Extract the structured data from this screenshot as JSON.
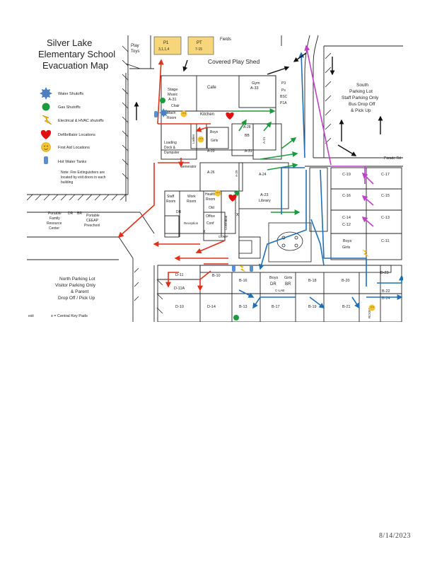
{
  "title_lines": [
    "Silver Lake",
    "Elementary School",
    "Evacuation Map"
  ],
  "legend": [
    {
      "icon": "water-shutoff-icon",
      "label": "Water Shutoffs",
      "color": "#4f7fbf"
    },
    {
      "icon": "gas-shutoff-icon",
      "label": "Gas Shutoffs",
      "color": "#1a9b3c"
    },
    {
      "icon": "electrical-icon",
      "label": "Electrical & HVAC shutoffs",
      "color": "#f2b600"
    },
    {
      "icon": "defibrillator-icon",
      "label": "Defibrillator Locations",
      "color": "#e01010"
    },
    {
      "icon": "first-aid-icon",
      "label": "First Aid Locations",
      "color": "#f4c430"
    },
    {
      "icon": "hot-water-tank-icon",
      "label": "Hot Water Tanks",
      "color": "#5b8fd0"
    }
  ],
  "legend_note": [
    "Note: Fire Extinguishers are",
    "located by exit doors in each",
    "building"
  ],
  "areas": {
    "play_toys": [
      "Play",
      "Toys"
    ],
    "p1": [
      "P1",
      "3,1,1,4"
    ],
    "pt": [
      "PT",
      "7-15"
    ],
    "fields": "Fields",
    "covered_play_shed": "Covered Play Shed",
    "stage_music": [
      "Stage",
      "Music",
      "A-31"
    ],
    "cafe": "Cafe",
    "gym": [
      "Gym",
      "A-33"
    ],
    "p3": "P3",
    "ps": "Ps",
    "bsc": "BSC",
    "p1a": "P1A",
    "chair": "Chair",
    "mach_rm": [
      "Mach",
      "Room"
    ],
    "kitchen": "Kitchen",
    "loading_dock": [
      "Loading",
      "Dock &",
      "Dumpster"
    ],
    "boys1": "Boys",
    "girls1": "Girls",
    "bb": "BB",
    "ladies": "Ladies",
    "a28": "A-28",
    "a31": "A-31",
    "a21": "A-21",
    "a20": "A-20",
    "generator": "Generator",
    "a26": "A-26",
    "a29": "A-29",
    "a24": "A-24",
    "a23_library": [
      "A-23",
      "Library"
    ],
    "staff_room": [
      "Staff",
      "Room"
    ],
    "work_room": [
      "Work",
      "Room"
    ],
    "health_room": [
      "Health",
      "Room"
    ],
    "old": "Old",
    "dr1": "DR",
    "office": "Office",
    "conf": "Conf",
    "reception": "Reception",
    "custodian": "Custodian",
    "comp": "COMP",
    "south_lot": [
      "South",
      "Parking Lot",
      "Staff Parking Only",
      "Bus Drop Off",
      "& Pick Up"
    ],
    "parade_rd": "Parade Rd",
    "c19": "C-19",
    "c17": "C-17",
    "c16": "C-16",
    "c15": "C-15",
    "c14": "C-14",
    "c13": "C-13",
    "c12": "C-12",
    "c11": "C-11",
    "boys_girls_c": [
      "Boys",
      "Girls"
    ],
    "portables": [
      "Portable",
      "Family",
      "Resource",
      "Center"
    ],
    "dr2": "DR",
    "br": "BR",
    "ceeap": [
      "Portable",
      "CEEAP",
      "Preschool"
    ],
    "north_lot": [
      "North Parking Lot",
      "Visitor Parking Only",
      "& Parent",
      "Drop Off / Pick Up"
    ],
    "d11": "D-11",
    "d11a": "D-11A",
    "d10": "D-10",
    "d14": "D-14",
    "b10": "B-10",
    "b16": "B-16",
    "b13": "B-13",
    "b17": "B-17",
    "b18": "B-18",
    "b19": "B-19",
    "b20": "B-20",
    "b21": "B-21",
    "b22": "B-22",
    "b24": "B-24",
    "b23": "B-23",
    "boys_b": "Boys",
    "girls_b": "Girls",
    "dr3": "DR",
    "br3": "BR",
    "c_lab": "C-LAB",
    "room": "ROOM",
    "central_key_pads": "x = Central Key Pads",
    "exit_label": "exit"
  },
  "date_stamp": "8/14/2023"
}
